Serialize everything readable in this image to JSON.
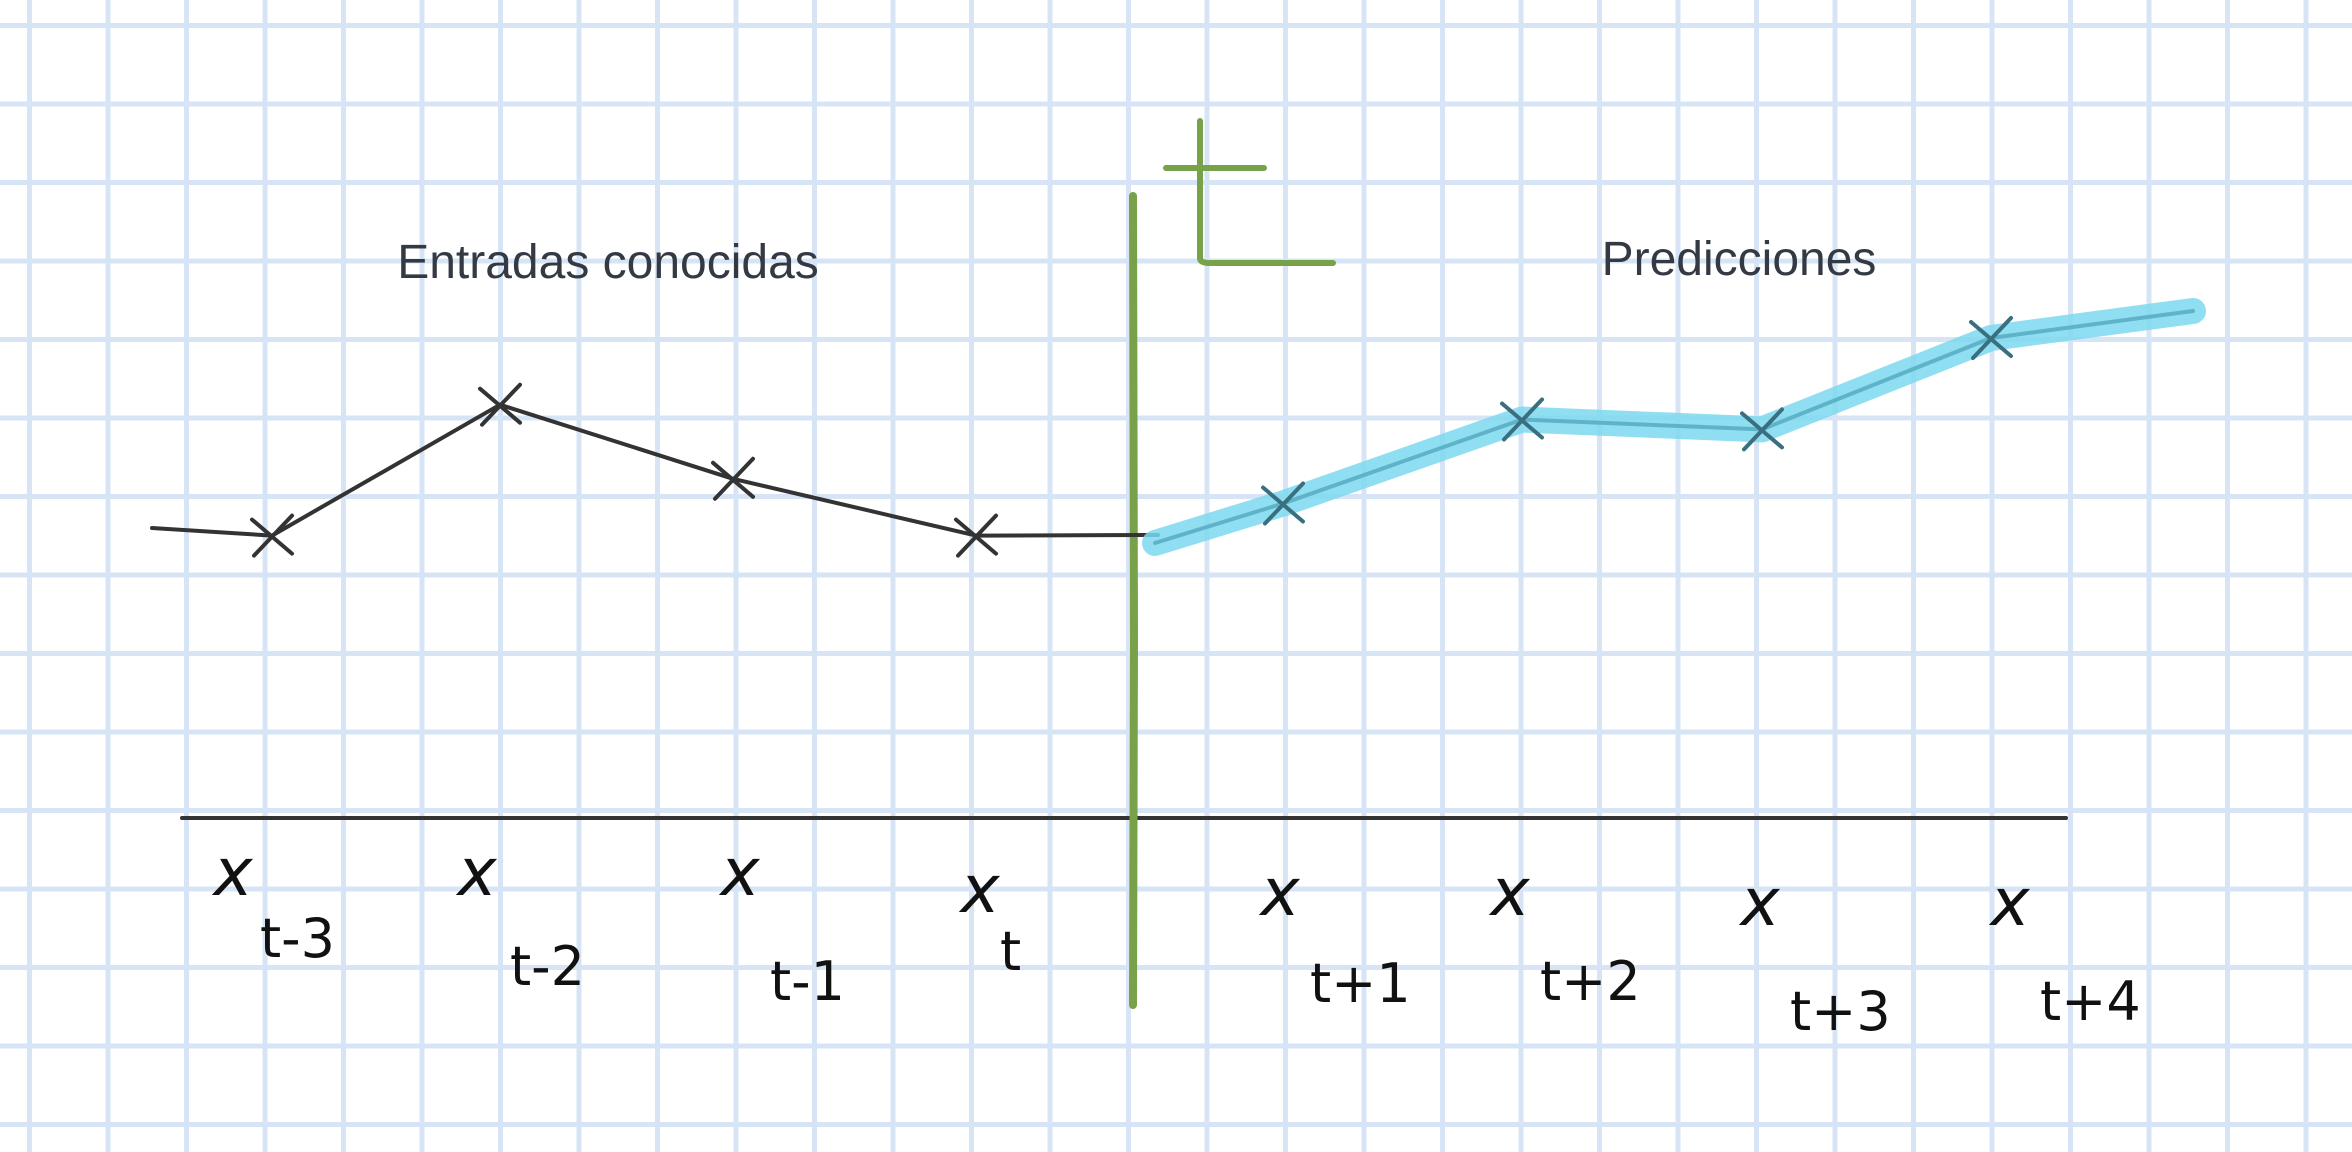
{
  "labels": {
    "known_inputs": "Entradas conocidas",
    "predictions": "Predicciones",
    "present": "t"
  },
  "observed_points": [
    {
      "main": "x",
      "sub": "t-3",
      "value": 0.2
    },
    {
      "main": "x",
      "sub": "t-2",
      "value": 0.73
    },
    {
      "main": "x",
      "sub": "t-1",
      "value": 0.43
    },
    {
      "main": "x",
      "sub": "t",
      "value": 0.2
    }
  ],
  "predicted_points": [
    {
      "main": "x",
      "sub": "t+1",
      "value": 0.33
    },
    {
      "main": "x",
      "sub": "t+2",
      "value": 0.67
    },
    {
      "main": "x",
      "sub": "t+3",
      "value": 0.63
    },
    {
      "main": "x",
      "sub": "t+4",
      "value": 1.0
    }
  ],
  "colors": {
    "observed_line": "#333333",
    "prediction_line": "#5fb3c8",
    "prediction_highlight": "#7dd8ee",
    "present_line": "#77a24a",
    "axis": "#333333",
    "grid": "#d6e4f5"
  }
}
